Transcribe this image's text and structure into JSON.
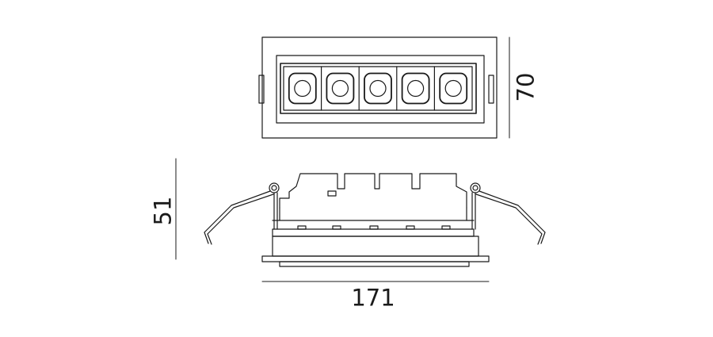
{
  "dimensions": {
    "height_top_view": "70",
    "height_side_view": "51",
    "width": "171"
  },
  "fixture": {
    "led_count": 5
  },
  "colors": {
    "line": "#1a1a1a",
    "background": "#ffffff"
  }
}
